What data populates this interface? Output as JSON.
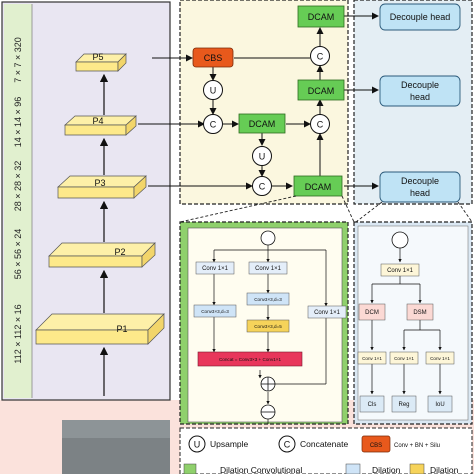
{
  "backbone": {
    "dims": [
      "7 × 7 × 320",
      "14 × 14 × 96",
      "28 × 28 × 32",
      "56 × 56 × 24",
      "112 × 112 × 16"
    ],
    "stages": [
      "P5",
      "P4",
      "P3",
      "P2",
      "P1"
    ]
  },
  "neck": {
    "cbs": "CBS",
    "upsample": "U",
    "concat": "C",
    "dcam": "DCAM"
  },
  "heads": [
    "Decouple head",
    "Decouple head",
    "Decouple head"
  ],
  "dcam_detail": {
    "conv1": "Conv 1×1",
    "conv3_d3": "Conv3×3,d=3",
    "conv3_d5": "Conv3×3,d=5",
    "concat_formula": "Concat = Conv3×3 + Conv1×1"
  },
  "head_detail": {
    "conv1": "Conv 1×1",
    "dcm": "DCM",
    "dsm": "DSM",
    "cls": "Cls",
    "reg": "Reg",
    "iou": "IoU"
  },
  "legend": {
    "u_symbol": "U",
    "upsample": "Upsample",
    "c_symbol": "C",
    "concatenate": "Concatenate",
    "cbs_symbol": "CBS",
    "cbs_desc": "Conv + BN + Silu",
    "dilation_conv": "Dilation Convolutional",
    "dilation": "Dilation",
    "dilation2": "Dilation"
  },
  "colors": {
    "left_panel": "#e9e6f2",
    "neck_panel": "#fbf7df",
    "head_panel": "#e4eef4",
    "dcam_green": "#66cc55",
    "head_blue": "#bfe3f5",
    "cbs_orange": "#e8591c",
    "slab_yellow": "#fde98a"
  }
}
